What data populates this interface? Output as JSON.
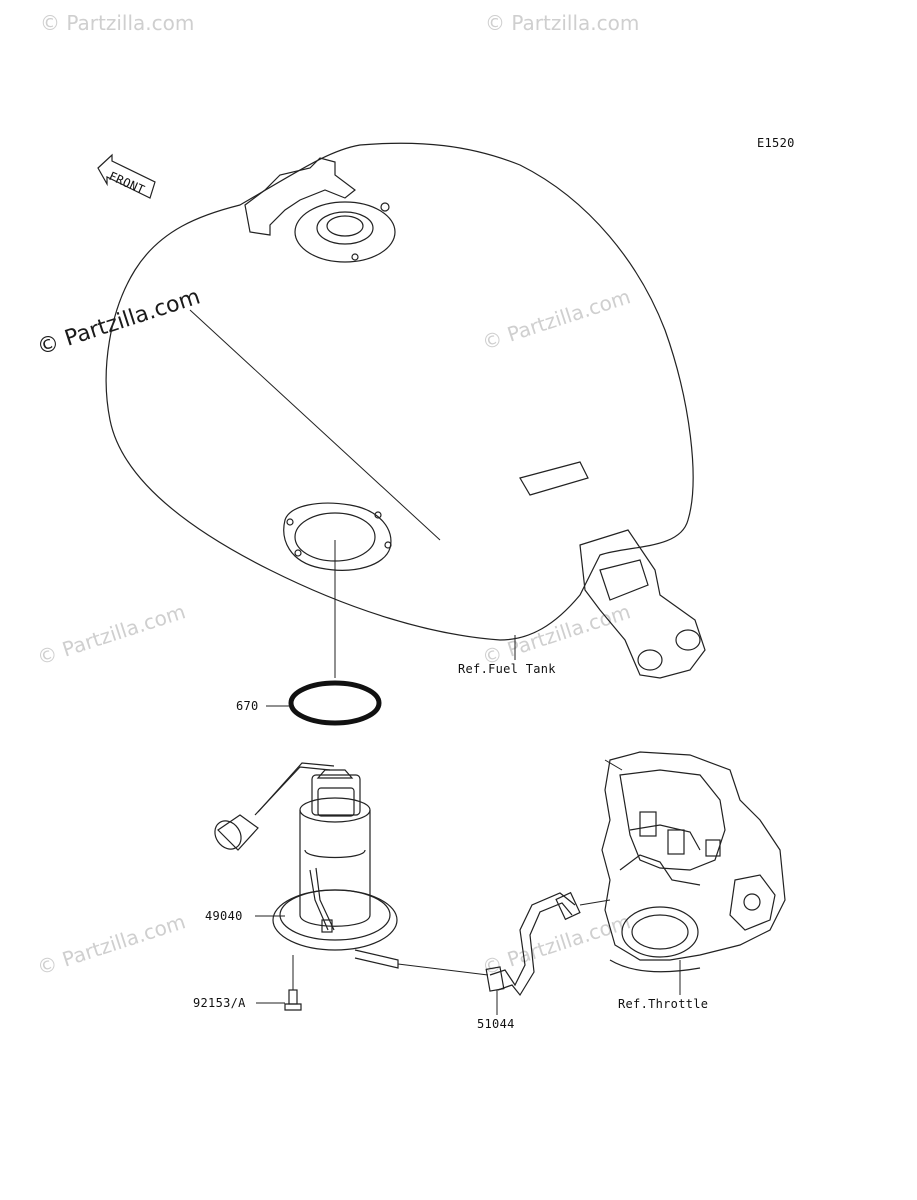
{
  "diagram_code": "E1520",
  "front_arrow_label": "FRONT",
  "watermark_text": "© Partzilla.com",
  "callouts": {
    "oring": "670",
    "fuel_pump": "49040",
    "bolt": "92153/A",
    "hose": "51044"
  },
  "references": {
    "fuel_tank": "Ref.Fuel Tank",
    "throttle": "Ref.Throttle"
  },
  "colors": {
    "line": "#222222",
    "watermark": "#cfcfcf",
    "background": "#ffffff"
  }
}
